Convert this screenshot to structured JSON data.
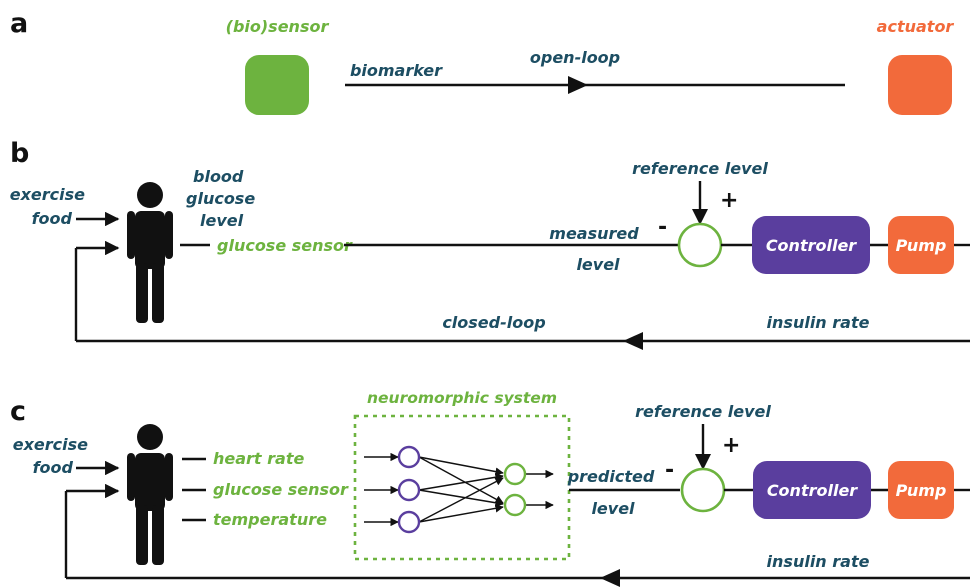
{
  "panels": {
    "a": {
      "label": "a",
      "sensor_label": "(bio)sensor",
      "actuator_label": "actuator",
      "signal_label": "biomarker",
      "loop_label": "open-loop"
    },
    "b": {
      "label": "b",
      "input_line1": "exercise",
      "input_line2": "food",
      "body_label_line1": "blood",
      "body_label_line2": "glucose",
      "body_label_line3": "level",
      "sensor_label": "glucose sensor",
      "measured_line1": "measured",
      "measured_line2": "level",
      "reference_label": "reference level",
      "plus": "+",
      "minus": "-",
      "controller_label": "Controller",
      "pump_label": "Pump",
      "loop_label": "closed-loop",
      "insulin_label": "insulin rate"
    },
    "c": {
      "label": "c",
      "input_line1": "exercise",
      "input_line2": "food",
      "sensors": [
        "heart rate",
        "glucose sensor",
        "temperature"
      ],
      "neuro_label": "neuromorphic system",
      "predicted_line1": "predicted",
      "predicted_line2": "level",
      "reference_label": "reference level",
      "plus": "+",
      "minus": "-",
      "controller_label": "Controller",
      "pump_label": "Pump",
      "insulin_label": "insulin rate"
    }
  },
  "colors": {
    "sensor_green": "#6db33f",
    "actuator_orange": "#f26a3b",
    "controller_purple": "#5a3e9e",
    "text_teal": "#1d4e63",
    "neuron_purple": "#5a3e9e",
    "neuron_green": "#6db33f"
  },
  "icons": {
    "person": "person-icon",
    "summing_junction": "summing-junction-icon",
    "arrowhead": "arrowhead-icon"
  }
}
